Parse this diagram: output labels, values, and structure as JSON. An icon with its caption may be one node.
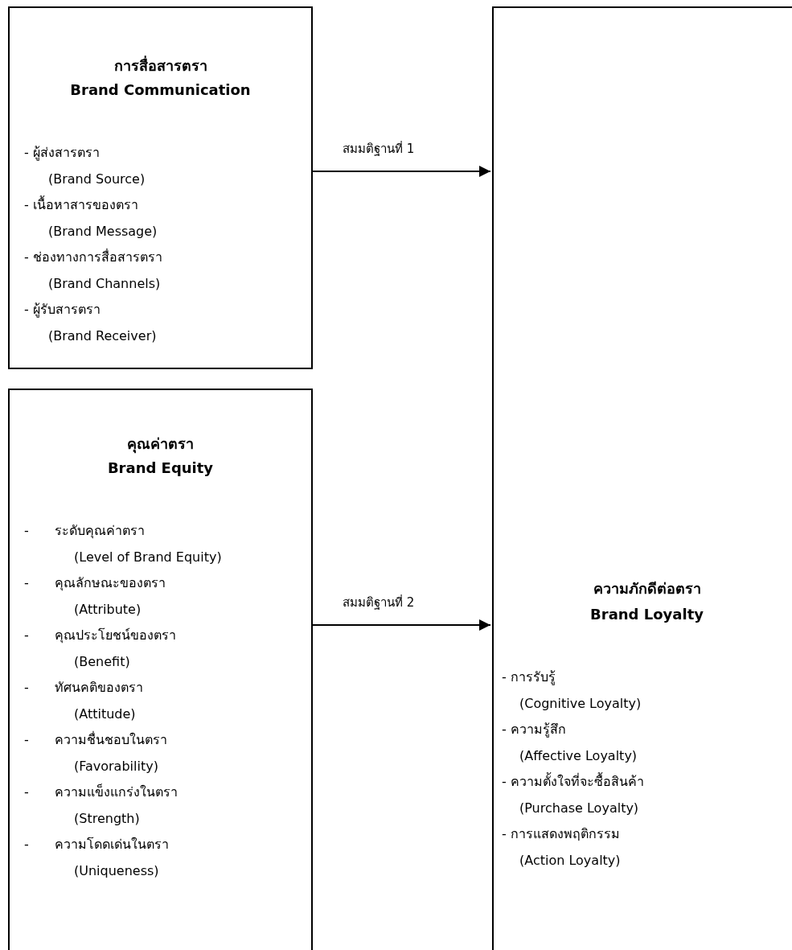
{
  "diagram": {
    "nodes": [
      {
        "text": [
          "การสื่อสารตรา",
          "Brand Communication",
          "- ผู้ส่งสารตรา",
          "(Brand Source)",
          "- เนื้อหาสารของตรา",
          "(Brand Message)",
          "- ช่องทางการสื่อสารตรา",
          "(Brand Channels)",
          "- ผู้รับสารตรา",
          "(Brand Receiver)"
        ]
      },
      {
        "text": [
          "คุณค่าตรา",
          "Brand Equity",
          "-　　ระดับคุณค่าตรา",
          "(Level of Brand Equity)",
          "-　　คุณลักษณะของตรา",
          "(Attribute)",
          "-　　คุณประโยชน์ของตรา",
          "(Benefit)",
          "-　　ทัศนคติของตรา",
          "(Attitude)",
          "-　　ความชื่นชอบในตรา",
          "(Favorability)",
          "-　　ความแข็งแกร่งในตรา",
          "(Strength)",
          "-　　ความโดดเด่นในตรา",
          "(Uniqueness)"
        ]
      },
      {
        "text": [
          "ความภักดีต่อตรา",
          "Brand Loyalty",
          "- การรับรู้",
          "(Cognitive Loyalty)",
          "- ความรู้สึก",
          "(Affective Loyalty)",
          "- ความตั้งใจที่จะซื้อสินค้า",
          "(Purchase Loyalty)",
          "- การแสดงพฤติกรรม",
          "(Action Loyalty)"
        ]
      }
    ],
    "edges": [
      {
        "from": 0,
        "to": 2,
        "arrow": "to",
        "label": "สมมติฐานที่ 1"
      },
      {
        "from": 1,
        "to": 2,
        "arrow": "to",
        "label": "สมมติฐานที่ 2"
      }
    ]
  }
}
